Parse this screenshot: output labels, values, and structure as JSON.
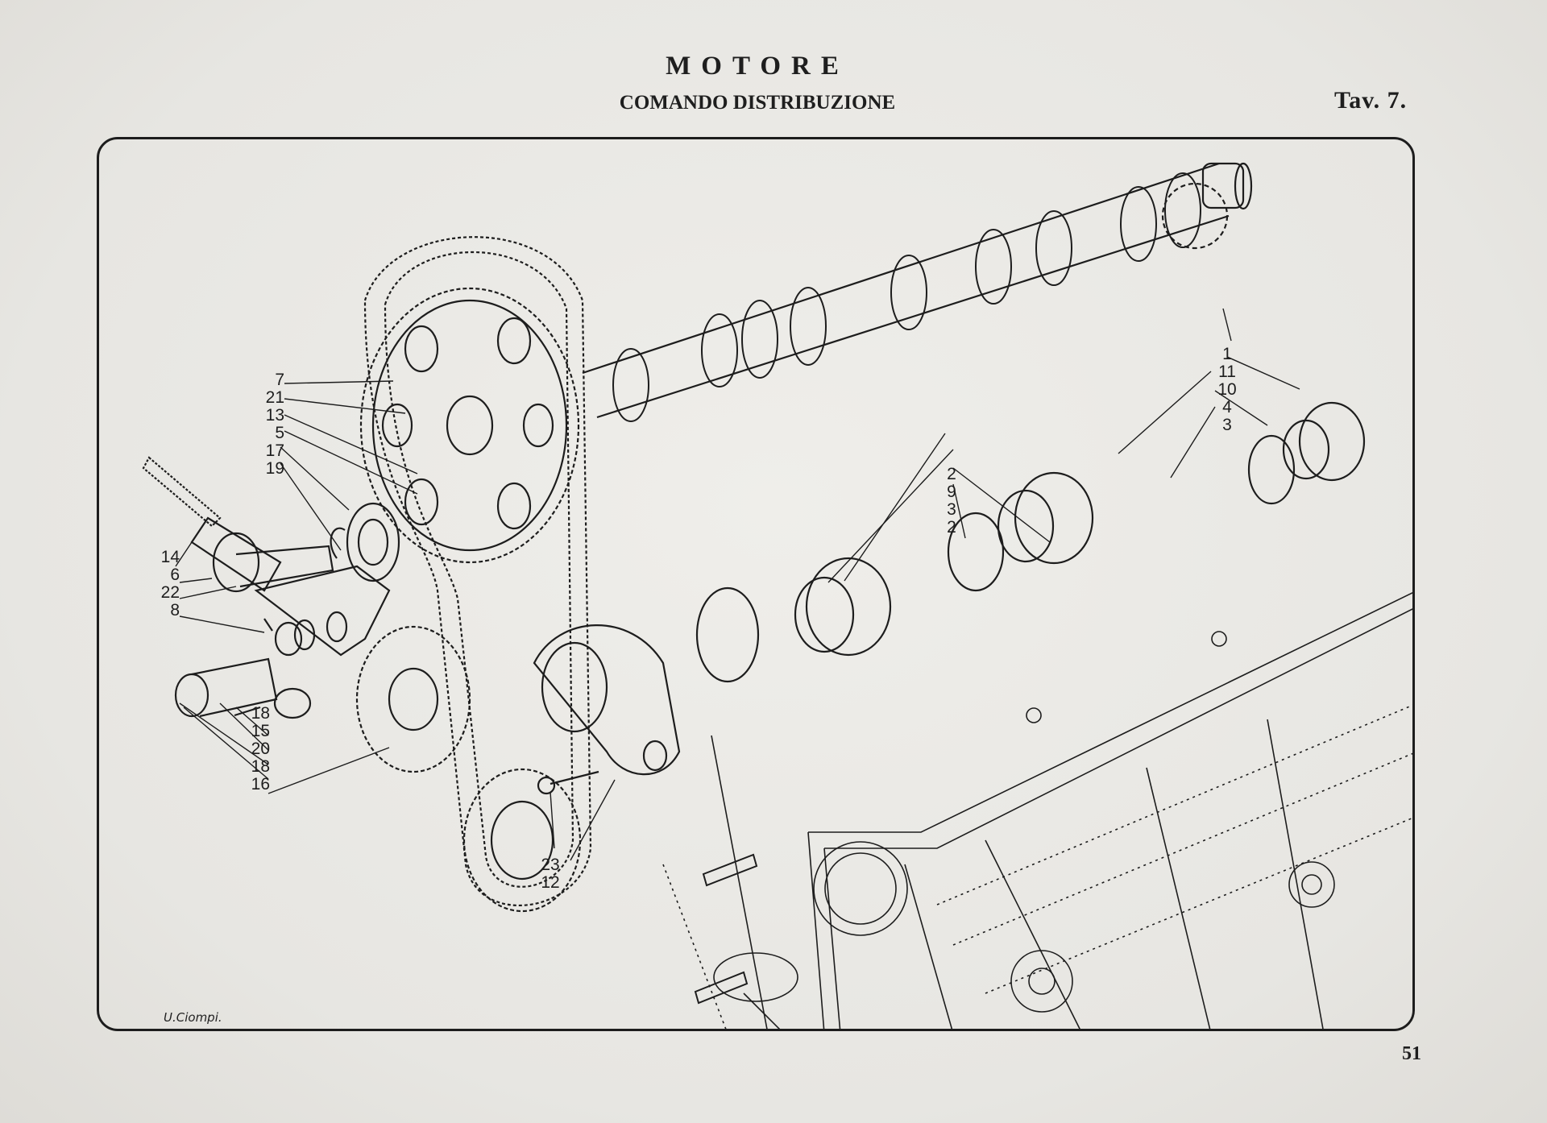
{
  "header": {
    "title": "MOTORE",
    "subtitle": "COMANDO DISTRIBUZIONE",
    "plate": "Tav. 7."
  },
  "footer": {
    "page_number": "51",
    "signature": "U.Ciompi."
  },
  "callouts": {
    "left_upper": [
      "7",
      "21",
      "13",
      "5",
      "17",
      "19"
    ],
    "left_middle": [
      "14",
      "6",
      "22",
      "8"
    ],
    "left_lower": [
      "18",
      "15",
      "20",
      "18",
      "16"
    ],
    "bottom_center": [
      "23",
      "12"
    ],
    "right_camshaft": [
      "1",
      "11",
      "10",
      "4",
      "3"
    ],
    "right_bushing": [
      "2",
      "9",
      "3",
      "2"
    ]
  }
}
